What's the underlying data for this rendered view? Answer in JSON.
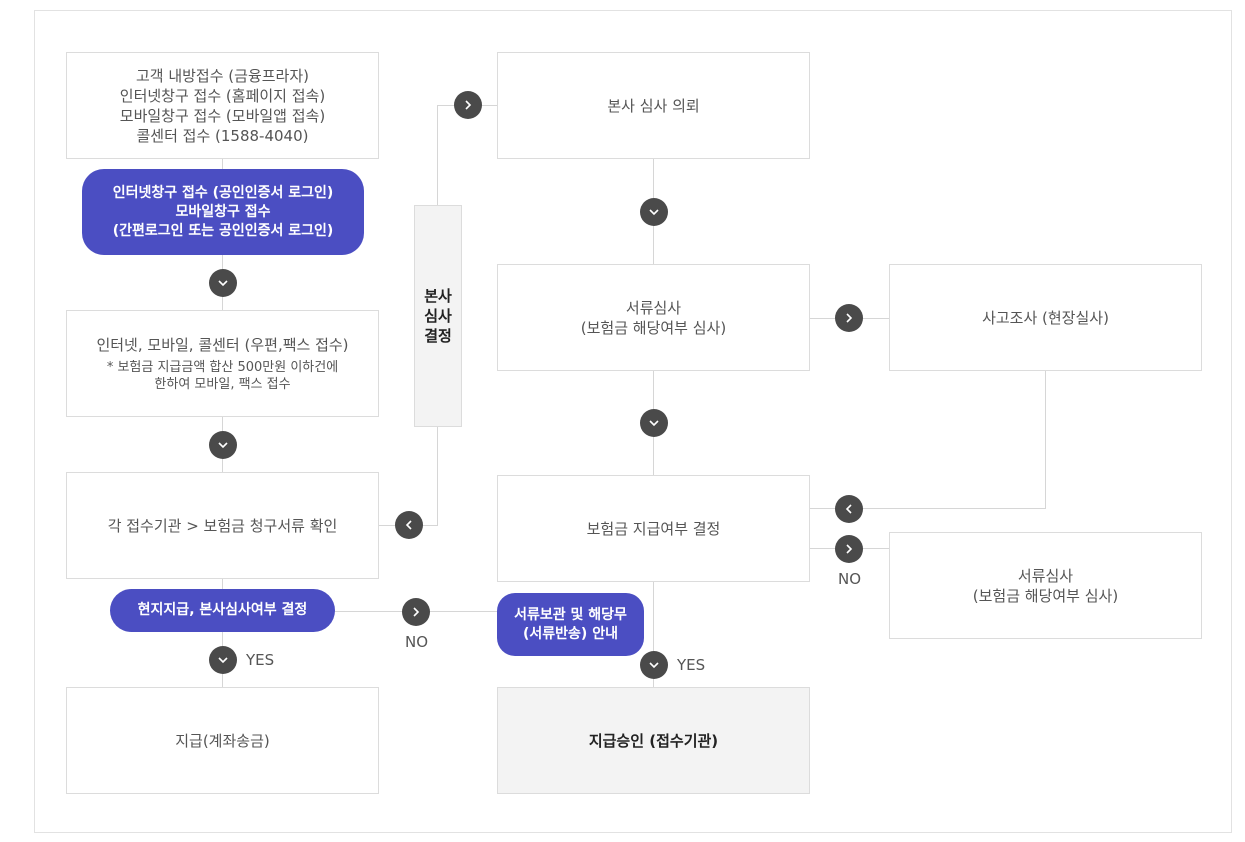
{
  "diagram": {
    "left_column": {
      "receipt_channels": [
        "고객 내방접수 (금융프라자)",
        "인터넷창구 접수 (홈페이지 접속)",
        "모바일창구 접수 (모바일앱 접속)",
        "콜센터 접수 (1588-4040)"
      ],
      "online_pill": [
        "인터넷창구 접수 (공인인증서 로그인)",
        "모바일창구 접수",
        "(간편로그인 또는 공인인증서 로그인)"
      ],
      "fax_box": {
        "title": "인터넷, 모바일, 콜센터 (우편,팩스 접수)",
        "note_line1": "* 보험금 지급금액 합산 500만원 이하건에",
        "note_line2": "한하여 모바일, 팩스 접수"
      },
      "confirm_box": "각 접수기관 > 보험금 청구서류 확인",
      "decision_pill": "현지지급, 본사심사여부 결정",
      "yes_label": "YES",
      "payment_box": "지급(계좌송금)"
    },
    "side_label": [
      "본사",
      "심사",
      "결정"
    ],
    "middle_column": {
      "hq_request": "본사 심사 의뢰",
      "doc_review": [
        "서류심사",
        "(보험금 해당여부 심사)"
      ],
      "decision_box": "보험금 지급여부 결정",
      "return_pill": [
        "서류보관 및 해당무",
        "(서류반송) 안내"
      ],
      "no_label": "NO",
      "yes_label": "YES",
      "approval_box": "지급승인 (접수기관)"
    },
    "right_column": {
      "investigation": "사고조사 (현장실사)",
      "doc_review": [
        "서류심사",
        "(보험금 해당여부 심사)"
      ],
      "no_label": "NO"
    }
  },
  "colors": {
    "accent": "#4b4ec2",
    "arrow_circle": "#4a4a4a",
    "border": "#dcdcdc"
  },
  "icons": [
    "chevron-down-icon",
    "chevron-right-icon",
    "chevron-left-icon"
  ]
}
